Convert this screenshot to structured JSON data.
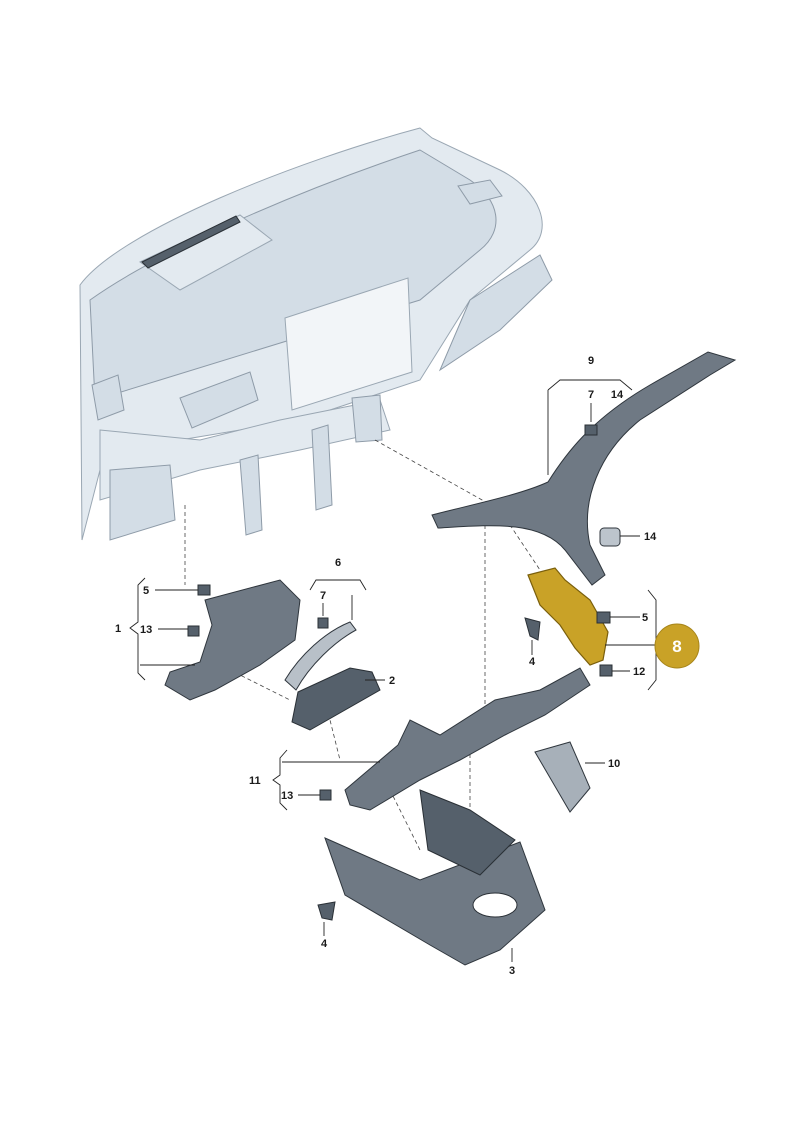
{
  "diagram": {
    "callouts": {
      "c1": "1",
      "c2": "2",
      "c3": "3",
      "c4a": "4",
      "c4b": "4",
      "c5a": "5",
      "c5b": "5",
      "c6": "6",
      "c7a": "7",
      "c7b": "7",
      "c8": "8",
      "c9": "9",
      "c10": "10",
      "c11": "11",
      "c12": "12",
      "c13a": "13",
      "c13b": "13",
      "c14a": "14",
      "c14b": "14"
    },
    "highlight_color": "#c9a227"
  }
}
